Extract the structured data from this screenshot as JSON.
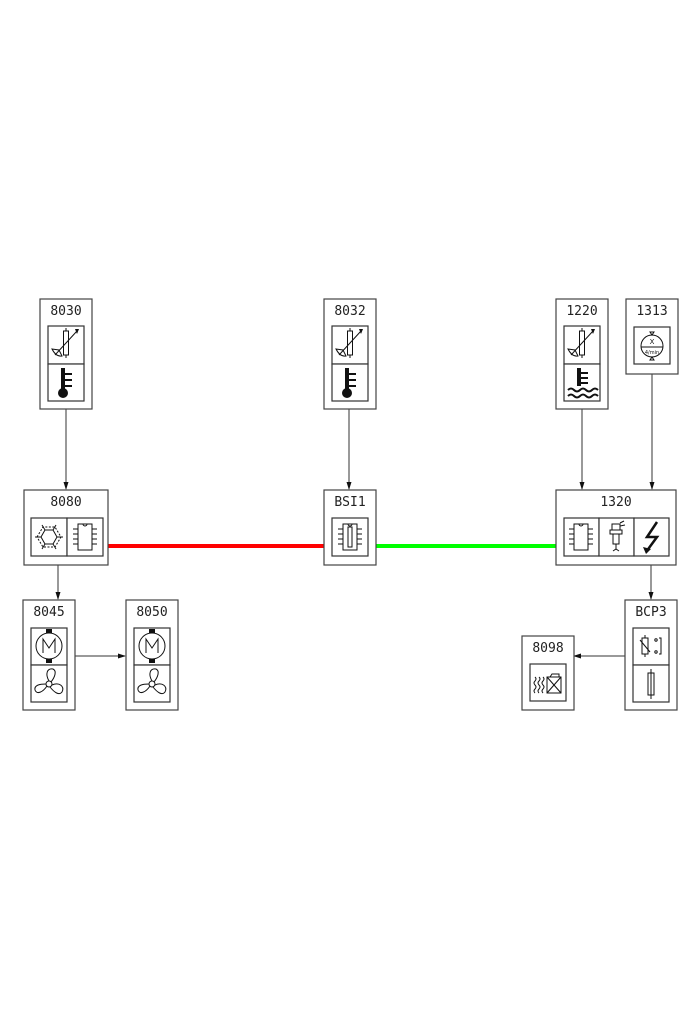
{
  "diagram": {
    "type": "vehicle-network-schematic",
    "nodes": [
      {
        "id": "8030",
        "label": "8030",
        "icons": [
          "sensor-variable-resistor-icon",
          "thermometer-icon"
        ]
      },
      {
        "id": "8032",
        "label": "8032",
        "icons": [
          "sensor-variable-resistor-icon",
          "thermometer-icon"
        ]
      },
      {
        "id": "1220",
        "label": "1220",
        "icons": [
          "sensor-variable-resistor-icon",
          "coolant-temperature-icon"
        ]
      },
      {
        "id": "1313",
        "label": "1313",
        "icons": [
          "rpm-sensor-icon"
        ]
      },
      {
        "id": "8080",
        "label": "8080",
        "icons": [
          "snowflake-icon",
          "ecu-chip-icon"
        ]
      },
      {
        "id": "BSI1",
        "label": "BSI1",
        "icons": [
          "ecu-chip-icon"
        ]
      },
      {
        "id": "1320",
        "label": "1320",
        "icons": [
          "ecu-chip-icon",
          "injector-icon",
          "ignition-icon"
        ]
      },
      {
        "id": "8045",
        "label": "8045",
        "icons": [
          "motor-icon",
          "fan-icon"
        ]
      },
      {
        "id": "8050",
        "label": "8050",
        "icons": [
          "motor-icon",
          "fan-icon"
        ]
      },
      {
        "id": "BCP3",
        "label": "BCP3",
        "icons": [
          "relay-icon",
          "fuse-icon"
        ]
      },
      {
        "id": "8098",
        "label": "8098",
        "icons": [
          "heater-icon"
        ]
      }
    ],
    "links": [
      {
        "from": "8030",
        "to": "8080",
        "kind": "arrow"
      },
      {
        "from": "8032",
        "to": "BSI1",
        "kind": "arrow"
      },
      {
        "from": "1220",
        "to": "1320",
        "kind": "arrow"
      },
      {
        "from": "1313",
        "to": "1320",
        "kind": "arrow"
      },
      {
        "from": "8080",
        "to": "8045",
        "kind": "arrow"
      },
      {
        "from": "8045",
        "to": "8050",
        "kind": "arrow"
      },
      {
        "from": "1320",
        "to": "BCP3",
        "kind": "arrow"
      },
      {
        "from": "BCP3",
        "to": "8098",
        "kind": "arrow"
      },
      {
        "from": "8080",
        "to": "BSI1",
        "kind": "bus",
        "color": "#ff0000"
      },
      {
        "from": "BSI1",
        "to": "1320",
        "kind": "bus",
        "color": "#00ff00"
      }
    ]
  }
}
